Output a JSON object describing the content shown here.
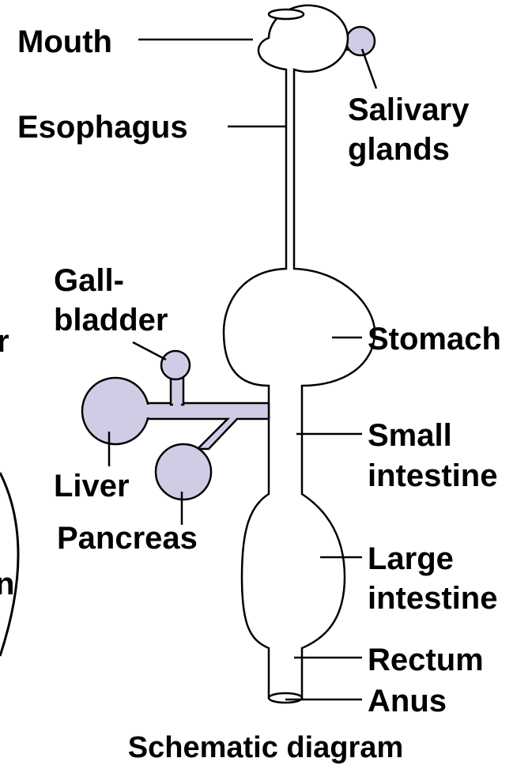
{
  "colors": {
    "organ_fill": "#cfcde6",
    "outline": "#000000",
    "background": "#ffffff"
  },
  "labels": {
    "mouth": "Mouth",
    "esophagus": "Esophagus",
    "salivary_line1": "Salivary",
    "salivary_line2": "glands",
    "gall_line1": "Gall-",
    "gall_line2": "bladder",
    "stomach": "Stomach",
    "small_line1": "Small",
    "small_line2": "intestine",
    "liver": "Liver",
    "pancreas": "Pancreas",
    "large_line1": "Large",
    "large_line2": "intestine",
    "rectum": "Rectum",
    "anus": "Anus"
  },
  "cropped_fragments": {
    "upper": "r",
    "lower": "n"
  },
  "caption": "Schematic diagram"
}
